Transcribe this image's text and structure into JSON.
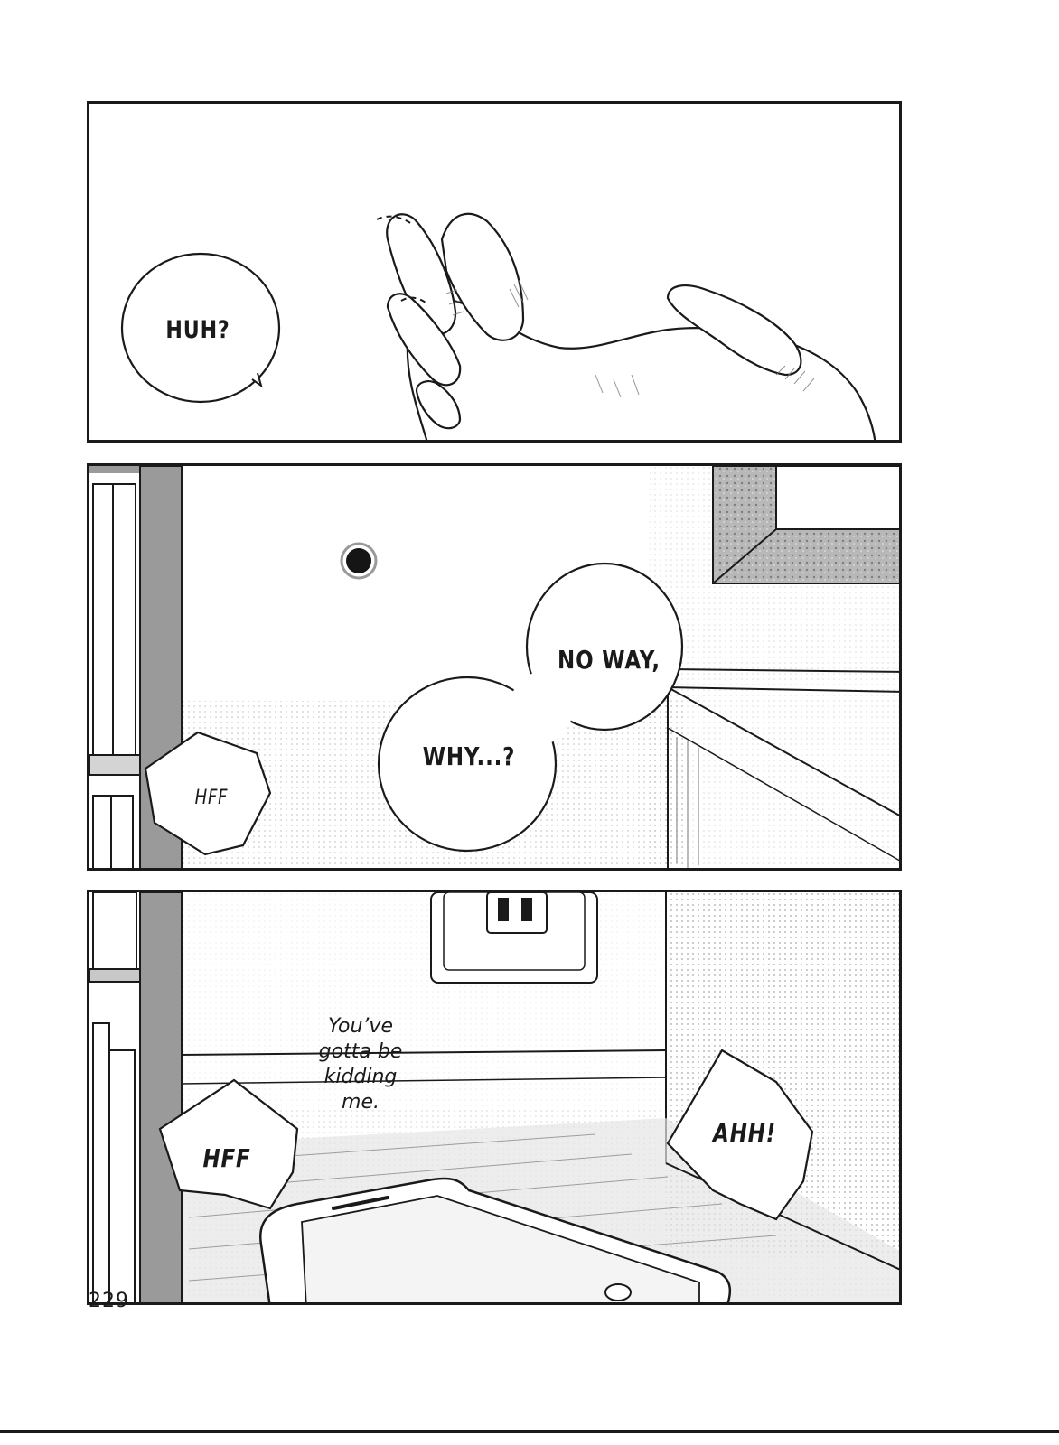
{
  "page": {
    "page_number": "229"
  },
  "panel1": {
    "balloon_huh": "HUH?"
  },
  "panel2": {
    "balloon_no_way": "NO WAY,",
    "balloon_why": "WHY...?",
    "sfx_hff": "HFF"
  },
  "panel3": {
    "caption_line1": "You’ve",
    "caption_line2": "gotta be",
    "caption_line3": "kidding",
    "caption_line4": "me.",
    "sfx_hff": "HFF",
    "sfx_ahh": "AHH!"
  }
}
